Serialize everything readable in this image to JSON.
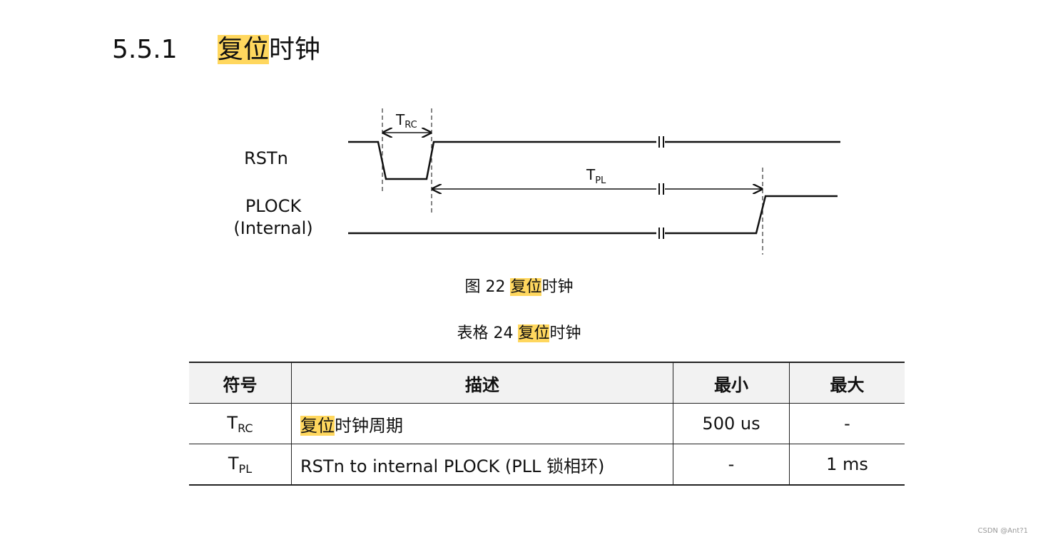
{
  "section": {
    "number": "5.5.1",
    "title_highlight": "复位",
    "title_rest": "时钟"
  },
  "diagram": {
    "signal_rstn": "RSTn",
    "signal_plock_line1": "PLOCK",
    "signal_plock_line2": "(Internal)",
    "trc_main": "T",
    "trc_sub": "RC",
    "tpl_main": "T",
    "tpl_sub": "PL"
  },
  "figure_caption": {
    "prefix": "图 22 ",
    "highlight": "复位",
    "rest": "时钟"
  },
  "table_caption": {
    "prefix": "表格 24 ",
    "highlight": "复位",
    "rest": "时钟"
  },
  "table": {
    "headers": [
      "符号",
      "描述",
      "最小",
      "最大"
    ],
    "rows": [
      {
        "symbol_main": "T",
        "symbol_sub": "RC",
        "desc_highlight": "复位",
        "desc_rest": "时钟周期",
        "min": "500 us",
        "max": "-"
      },
      {
        "symbol_main": "T",
        "symbol_sub": "PL",
        "desc_highlight": "",
        "desc_rest": "RSTn to internal PLOCK (PLL 锁相环)",
        "min": "-",
        "max": "1 ms"
      }
    ]
  },
  "colors": {
    "highlight": "#ffd75e",
    "header_bg": "#f2f2f2"
  },
  "watermark": "CSDN @Ant?1"
}
